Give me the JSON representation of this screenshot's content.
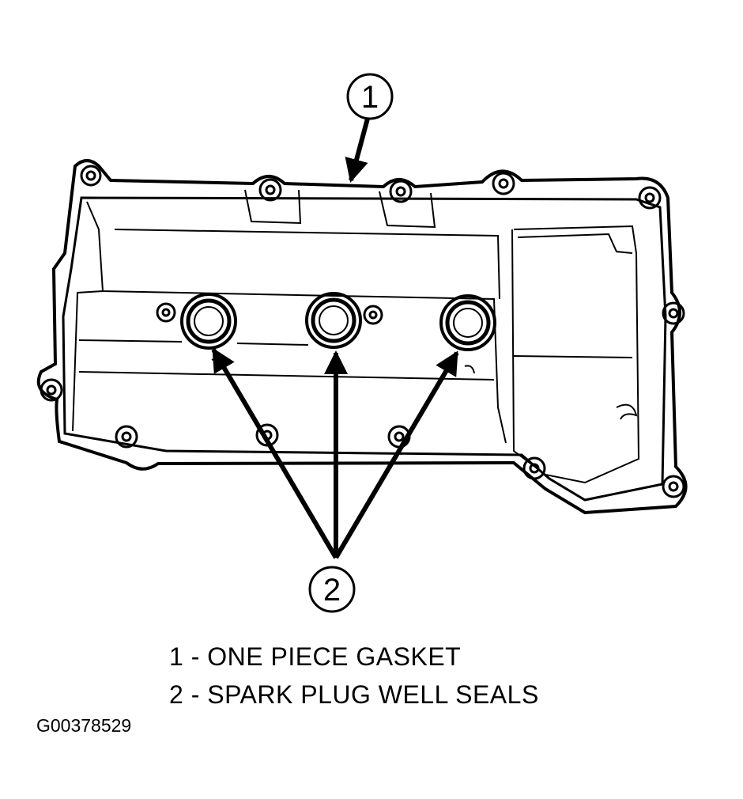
{
  "callouts": {
    "one": "1",
    "two": "2"
  },
  "legend": [
    "1 - ONE PIECE GASKET",
    "2 - SPARK PLUG WELL SEALS"
  ],
  "figure_id": "G00378529"
}
